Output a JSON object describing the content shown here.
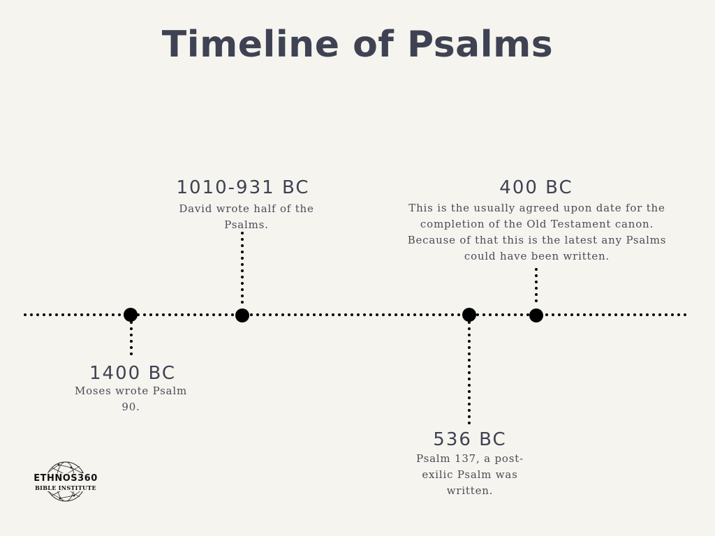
{
  "title": "Timeline of Psalms",
  "events": [
    {
      "year": "1400 BC",
      "description": "Moses wrote Psalm 90."
    },
    {
      "year": "1010-931 BC",
      "description": "David wrote half of the Psalms."
    },
    {
      "year": "536 BC",
      "description": "Psalm 137, a post-exilic Psalm was written."
    },
    {
      "year": "400 BC",
      "description": "This is the usually agreed upon date for the completion of the Old Testament canon. Because of that this is the latest any Psalms could have been written."
    }
  ],
  "logo": {
    "name": "ETHNOS360",
    "subtitle": "BIBLE INSTITUTE"
  },
  "colors": {
    "background": "#f5f4ef",
    "text": "#3f4252",
    "line": "#000000"
  }
}
